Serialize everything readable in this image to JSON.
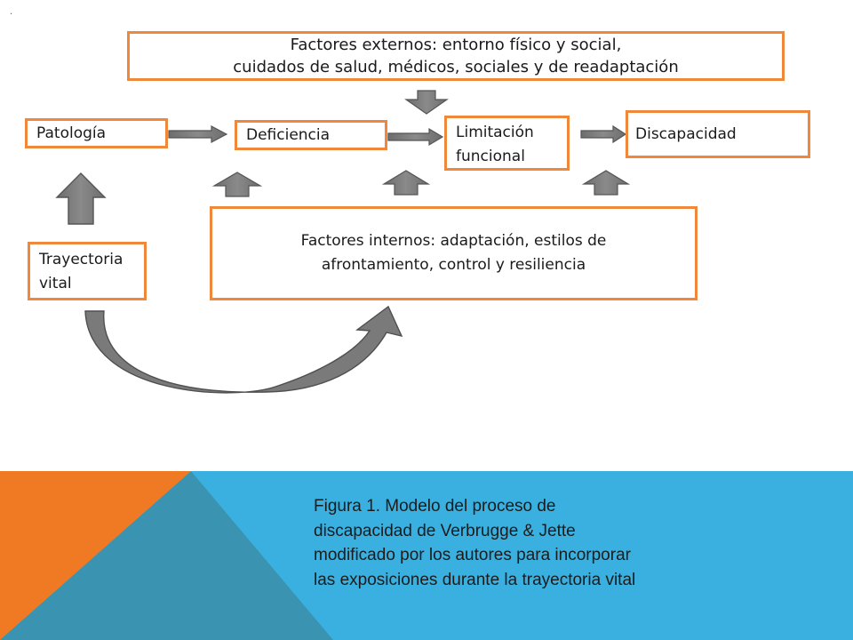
{
  "slide": {
    "corner_mark": "."
  },
  "boxes": {
    "external": {
      "line1": "Factores externos: entorno físico y social,",
      "line2": "cuidados de salud, médicos, sociales  y de readaptación"
    },
    "patologia": "Patología",
    "deficiencia": "Deficiencia",
    "limitacion": {
      "line1": "Limitación",
      "line2": "funcional"
    },
    "discapacidad": "Discapacidad",
    "trayectoria": {
      "line1": "Trayectoria",
      "line2": "vital"
    },
    "internal": {
      "line1": "Factores internos: adaptación, estilos de",
      "line2": "afrontamiento, control y resiliencia"
    }
  },
  "caption": {
    "line1": "Figura 1. Modelo del proceso de",
    "line2": "discapacidad de Verbrugge & Jette",
    "line3": "modificado por los autores para incorporar",
    "line4": "las exposiciones durante la trayectoria vital"
  },
  "colors": {
    "box_border": "#f0883c",
    "arrow_fill": "#7f7f7f",
    "arrow_stroke": "#555555",
    "footer_blue": "#3ab0e0",
    "footer_orange": "#f07a23",
    "footer_teal": "#3a93b0"
  }
}
